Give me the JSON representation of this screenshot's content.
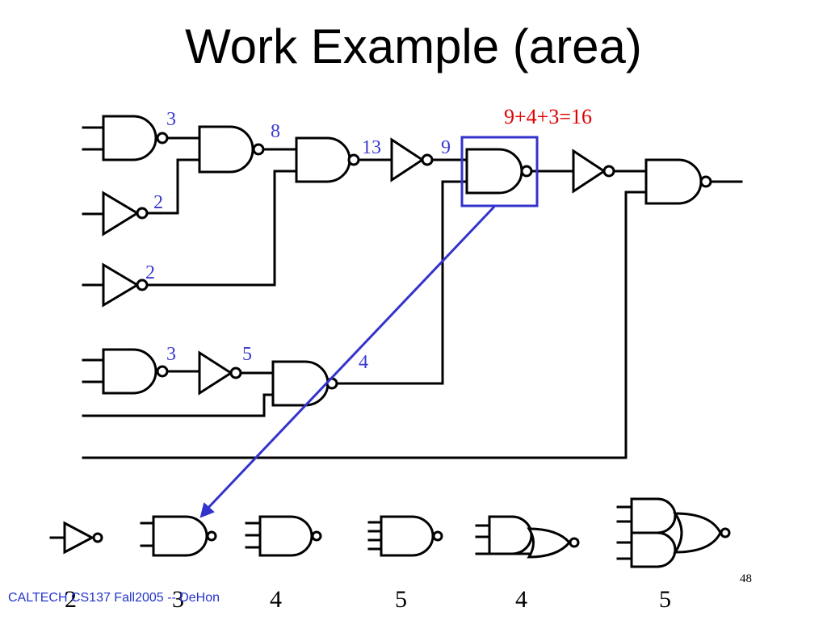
{
  "slide": {
    "title": "Work Example (area)",
    "footer": "CALTECH CS137 Fall2005 -- DeHon",
    "page_number": "48"
  },
  "diagram": {
    "sum_annotation": "9+4+3=16",
    "node_labels": [
      "3",
      "8",
      "2",
      "13",
      "9",
      "2",
      "3",
      "5",
      "4"
    ],
    "library_costs": [
      "2",
      "3",
      "4",
      "5",
      "4",
      "5"
    ]
  },
  "colors": {
    "highlight": "#3333cc",
    "sum": "#e00000",
    "label": "#3a3ad0",
    "footer": "#2233cc"
  }
}
